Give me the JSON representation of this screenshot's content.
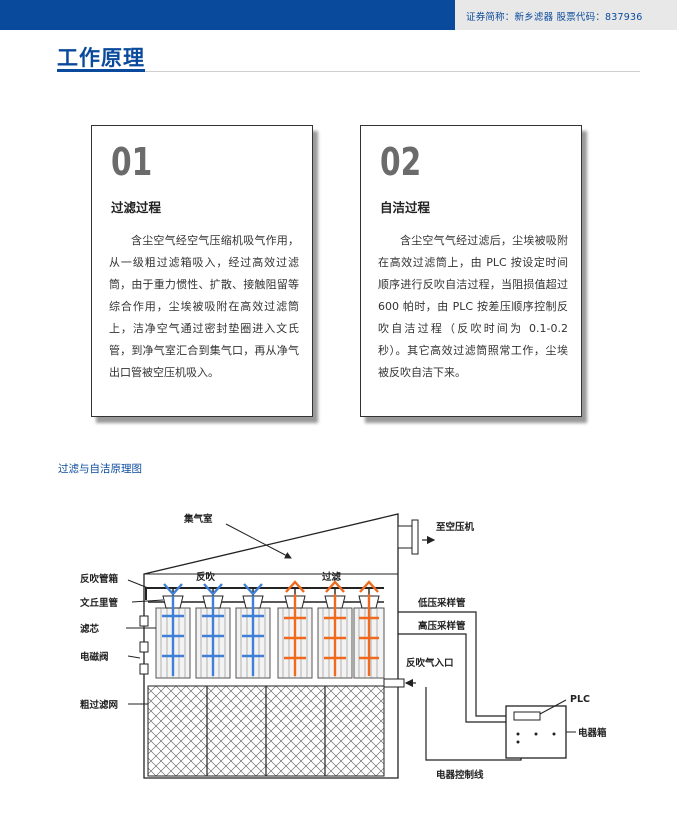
{
  "header": {
    "info": "证券简称：新乡滤器   股票代码：837936"
  },
  "page": {
    "title": "工作原理"
  },
  "cards": [
    {
      "num": "01",
      "heading": "过滤过程",
      "body": "含尘空气经空气压缩机吸气作用，从一级粗过滤箱吸入，经过高效过滤筒，由于重力惯性、扩散、接触阻留等综合作用，尘埃被吸附在高效过滤筒上，洁净空气通过密封垫圈进入文氏管，到净气室汇合到集气口，再从净气出口管被空压机吸入。"
    },
    {
      "num": "02",
      "heading": "自洁过程",
      "body": "含尘空气气经过滤后，尘埃被吸附在高效过滤筒上，由 PLC 按设定时间顺序进行反吹自洁过程，当阻损值超过 600 帕时，由 PLC 按差压顺序控制反吹自洁过程（反吹时间为 0.1-0.2 秒）。其它高效过滤筒照常工作，尘埃被反吹自洁下来。"
    }
  ],
  "section": {
    "title": "过滤与自洁原理图"
  },
  "diagram": {
    "labels": {
      "chamber": "集气室",
      "to_compressor": "至空压机",
      "backflush_tank": "反吹管箱",
      "venturi": "文丘里管",
      "filter_core": "滤芯",
      "solenoid": "电磁阀",
      "coarse_filter": "粗过滤网",
      "backflush": "反吹",
      "filtering": "过滤",
      "low_pressure": "低压采样管",
      "high_pressure": "高压采样管",
      "backflush_inlet": "反吹气入口",
      "plc": "PLC",
      "electric_box": "电器箱",
      "control_line": "电器控制线"
    },
    "colors": {
      "backflush": "#3f7fd6",
      "filtering": "#ef6a1d"
    }
  }
}
